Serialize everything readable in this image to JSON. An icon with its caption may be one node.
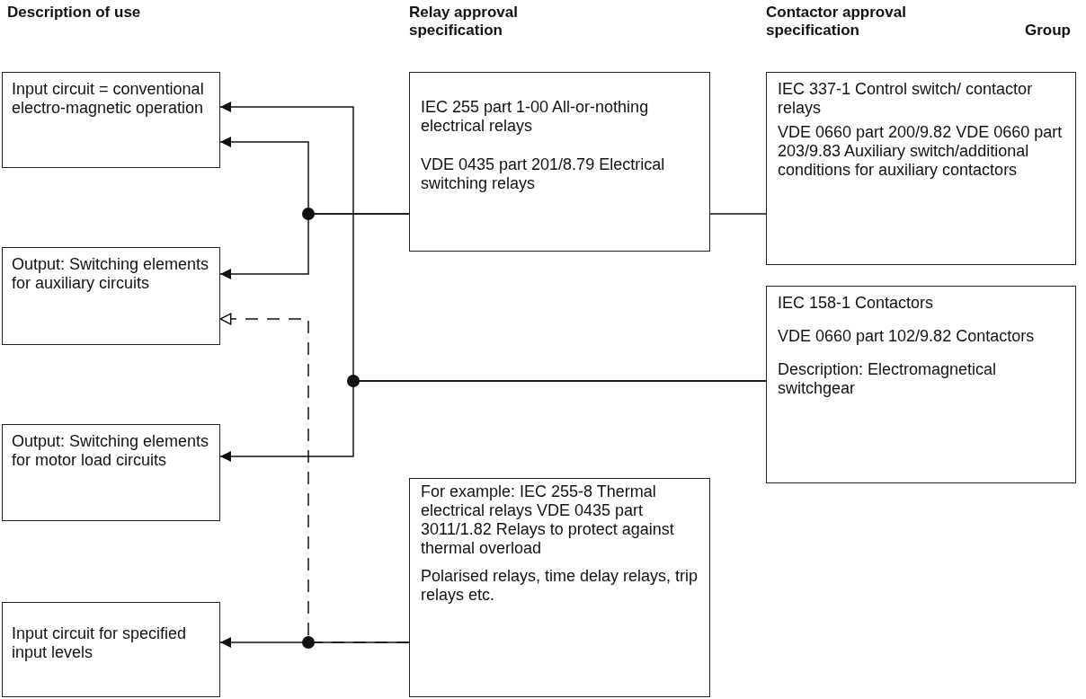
{
  "diagram": {
    "nodes": [
      {
        "text": [
          "Input circuit = conventional electro-magnetic operation"
        ]
      },
      {
        "text": [
          "Output: Switching elements for auxiliary circuits"
        ]
      },
      {
        "text": [
          "Output: Switching elements for motor load circuits"
        ]
      },
      {
        "text": [
          "Input circuit for specified input levels"
        ]
      },
      {
        "text": [
          "IEC 255 part 1-00 All-or-nothing electrical relays",
          "VDE 0435 part 201/8.79 Electrical switching relays"
        ]
      },
      {
        "text": [
          "IEC 337-1 Control switch/ contactor relays",
          "VDE 0660 part 200/9.82 VDE 0660 part 203/9.83 Auxiliary switch/additional conditions for auxiliary contactors"
        ]
      },
      {
        "text": [
          "IEC 158-1 Contactors",
          "VDE 0660 part 102/9.82 Contactors",
          "Description: Electromagnetical switchgear"
        ]
      },
      {
        "text": [
          "For example: IEC 255-8 Thermal electrical relays VDE 0435 part 3011/1.82 Relays to protect against thermal overload",
          "Polarised relays, time delay relays, trip relays etc."
        ]
      }
    ],
    "edges": [
      {
        "from": 4,
        "to": 0,
        "arrow": "to"
      },
      {
        "from": 4,
        "to": 1,
        "arrow": "to"
      },
      {
        "from": 4,
        "to": 5,
        "arrow": "none"
      },
      {
        "from": 6,
        "to": 0,
        "arrow": "to"
      },
      {
        "from": 6,
        "to": 2,
        "arrow": "to"
      },
      {
        "from": 7,
        "to": 3,
        "arrow": "to"
      },
      {
        "from": 7,
        "to": 1,
        "arrow": "to",
        "style": "dashed"
      }
    ],
    "labels": [
      "Description of use",
      "Relay approval specification",
      "Contactor approval specification",
      "Group"
    ]
  }
}
